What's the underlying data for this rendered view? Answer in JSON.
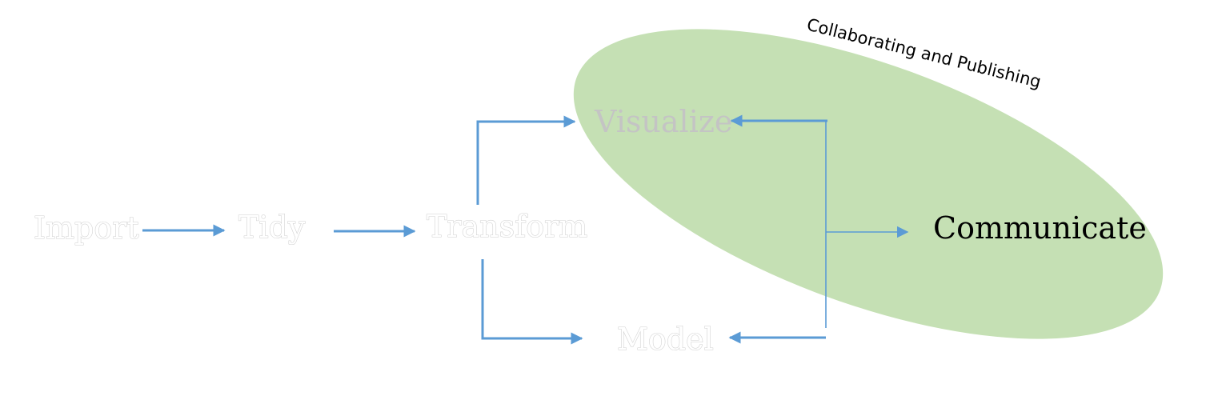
{
  "nodes": {
    "import": "Import",
    "tidy": "Tidy",
    "transform": "Transform",
    "visualize": "Visualize",
    "model": "Model",
    "communicate": "Communicate"
  },
  "annotation": "Collaborating and Publishing",
  "colors": {
    "highlight_ellipse": "#c5e0b4",
    "arrow": "#5b9bd5",
    "faded_text": "#cfcfcf",
    "emphasis_text": "#000000"
  }
}
